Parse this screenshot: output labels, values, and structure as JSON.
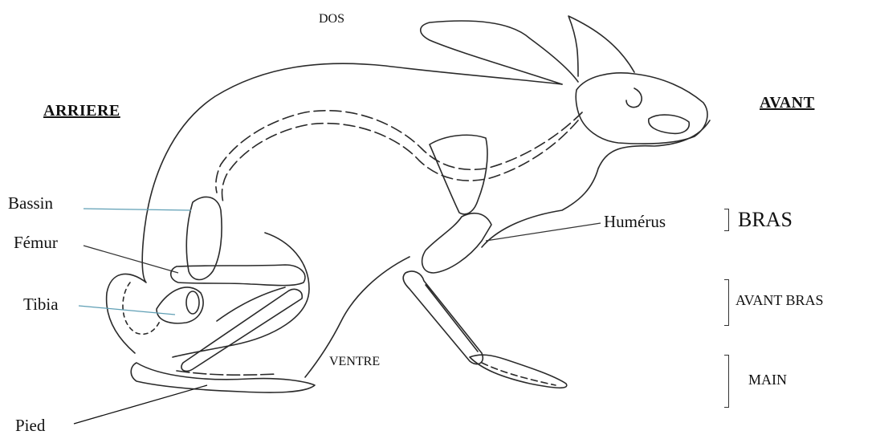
{
  "orientation": {
    "top": "DOS",
    "bottom": "VENTRE",
    "back": "ARRIERE",
    "front": "AVANT"
  },
  "bones": {
    "pelvis": "Bassin",
    "femur": "Fémur",
    "tibia": "Tibia",
    "foot": "Pied",
    "humerus": "Humérus"
  },
  "segments": {
    "arm": "BRAS",
    "forearm": "AVANT BRAS",
    "hand": "MAIN"
  },
  "colors": {
    "outline": "#2a2a2a",
    "leader_blue": "#5f9fb5",
    "leader_dark": "#333333"
  }
}
